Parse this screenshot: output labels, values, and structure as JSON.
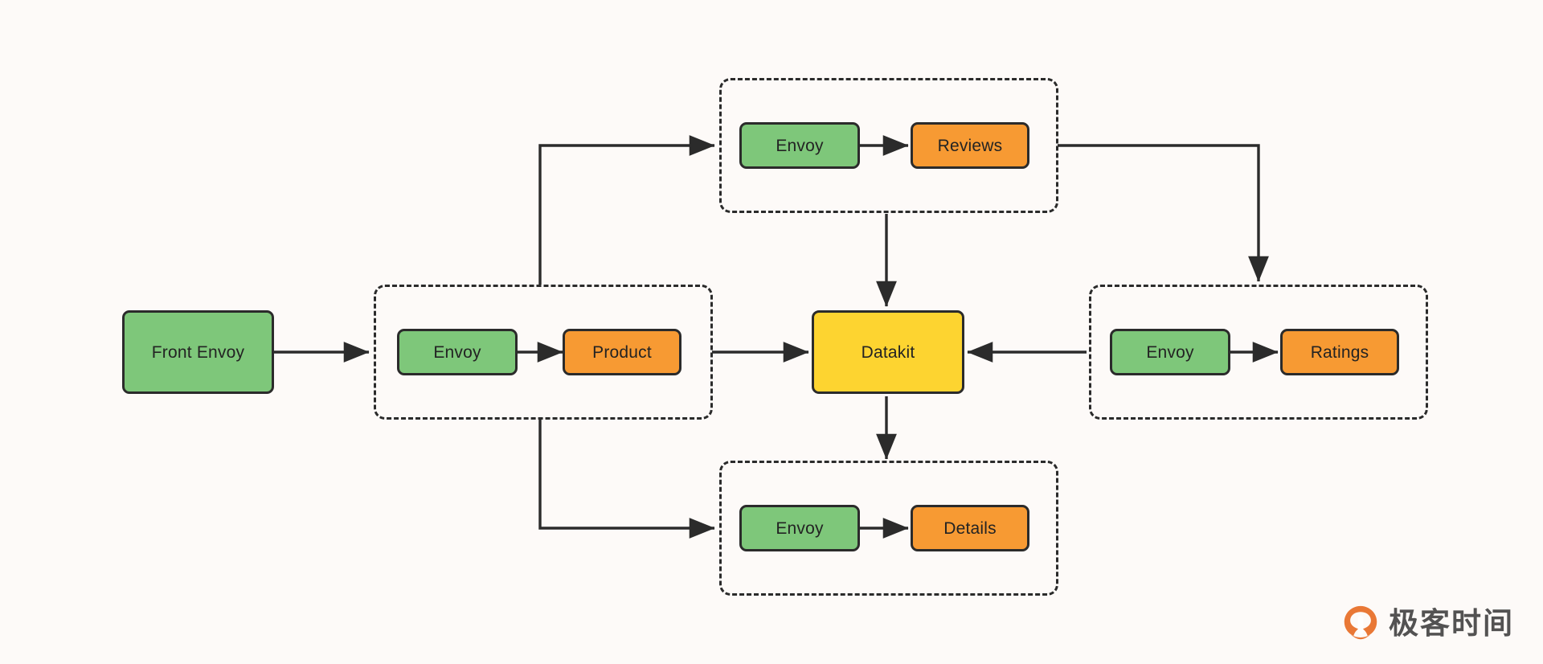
{
  "diagram": {
    "type": "service-mesh-architecture",
    "background_color": "#fdfaf8",
    "stroke_color": "#2b2b2b",
    "palette": {
      "proxy_green": "#7ec77a",
      "service_orange": "#f79a33",
      "collector_yellow": "#fdd430",
      "watermark_orange": "#e8722c"
    },
    "nodes": {
      "front_envoy": "Front Envoy",
      "datakit": "Datakit",
      "product_envoy": "Envoy",
      "product_service": "Product",
      "reviews_envoy": "Envoy",
      "reviews_service": "Reviews",
      "ratings_envoy": "Envoy",
      "ratings_service": "Ratings",
      "details_envoy": "Envoy",
      "details_service": "Details"
    },
    "groups": [
      {
        "id": "product-group",
        "members": [
          "Envoy",
          "Product"
        ]
      },
      {
        "id": "reviews-group",
        "members": [
          "Envoy",
          "Reviews"
        ]
      },
      {
        "id": "ratings-group",
        "members": [
          "Envoy",
          "Ratings"
        ]
      },
      {
        "id": "details-group",
        "members": [
          "Envoy",
          "Details"
        ]
      }
    ],
    "edges": [
      {
        "from": "Front Envoy",
        "to": "product-group",
        "direction": "one-way"
      },
      {
        "from": "Envoy",
        "to": "Product",
        "direction": "two-way"
      },
      {
        "from": "Envoy",
        "to": "Reviews",
        "direction": "two-way"
      },
      {
        "from": "Envoy",
        "to": "Ratings",
        "direction": "two-way"
      },
      {
        "from": "Envoy",
        "to": "Details",
        "direction": "two-way"
      },
      {
        "from": "product-group",
        "to": "reviews-group",
        "direction": "one-way"
      },
      {
        "from": "product-group",
        "to": "details-group",
        "direction": "one-way"
      },
      {
        "from": "product-group",
        "to": "Datakit",
        "direction": "one-way"
      },
      {
        "from": "reviews-group",
        "to": "Datakit",
        "direction": "one-way"
      },
      {
        "from": "reviews-group",
        "to": "ratings-group",
        "direction": "one-way"
      },
      {
        "from": "ratings-group",
        "to": "Datakit",
        "direction": "one-way"
      },
      {
        "from": "Datakit",
        "to": "details-group",
        "direction": "one-way"
      }
    ]
  },
  "watermark": {
    "text": "极客时间",
    "logo_icon": "geektime-logo-icon"
  }
}
